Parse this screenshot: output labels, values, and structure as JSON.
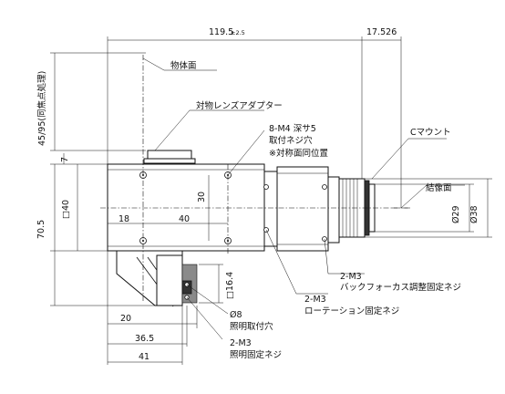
{
  "dimensions": {
    "overall_length": "119.5",
    "overall_length_tol": "±2.5",
    "mount_offset": "17.526",
    "wd_range": "45/95(同焦点処理)",
    "height_7": "7",
    "square_40": "□40",
    "height_70_5": "70.5",
    "width_18": "18",
    "width_40": "40",
    "height_30": "30",
    "dia_29": "Ø29",
    "dia_38": "Ø38",
    "square_16_4": "□16.4",
    "width_20": "20",
    "width_36_5": "36.5",
    "width_41": "41"
  },
  "labels": {
    "object_plane": "物体面",
    "objective_adapter": "対物レンズアダプター",
    "mount_screw_line1": "8-M4 深サ5",
    "mount_screw_line2": "取付ネジ穴",
    "mount_screw_line3": "※対称面同位置",
    "c_mount": "Cマウント",
    "image_plane": "結像面",
    "backfocus_count": "2-M3",
    "backfocus_screw": "バックフォーカス調整固定ネジ",
    "rotation_count": "2-M3",
    "rotation_screw": "ローテーション固定ネジ",
    "light_dia": "Ø8",
    "light_hole": "照明取付穴",
    "light_count": "2-M3",
    "light_screw": "照明固定ネジ"
  }
}
